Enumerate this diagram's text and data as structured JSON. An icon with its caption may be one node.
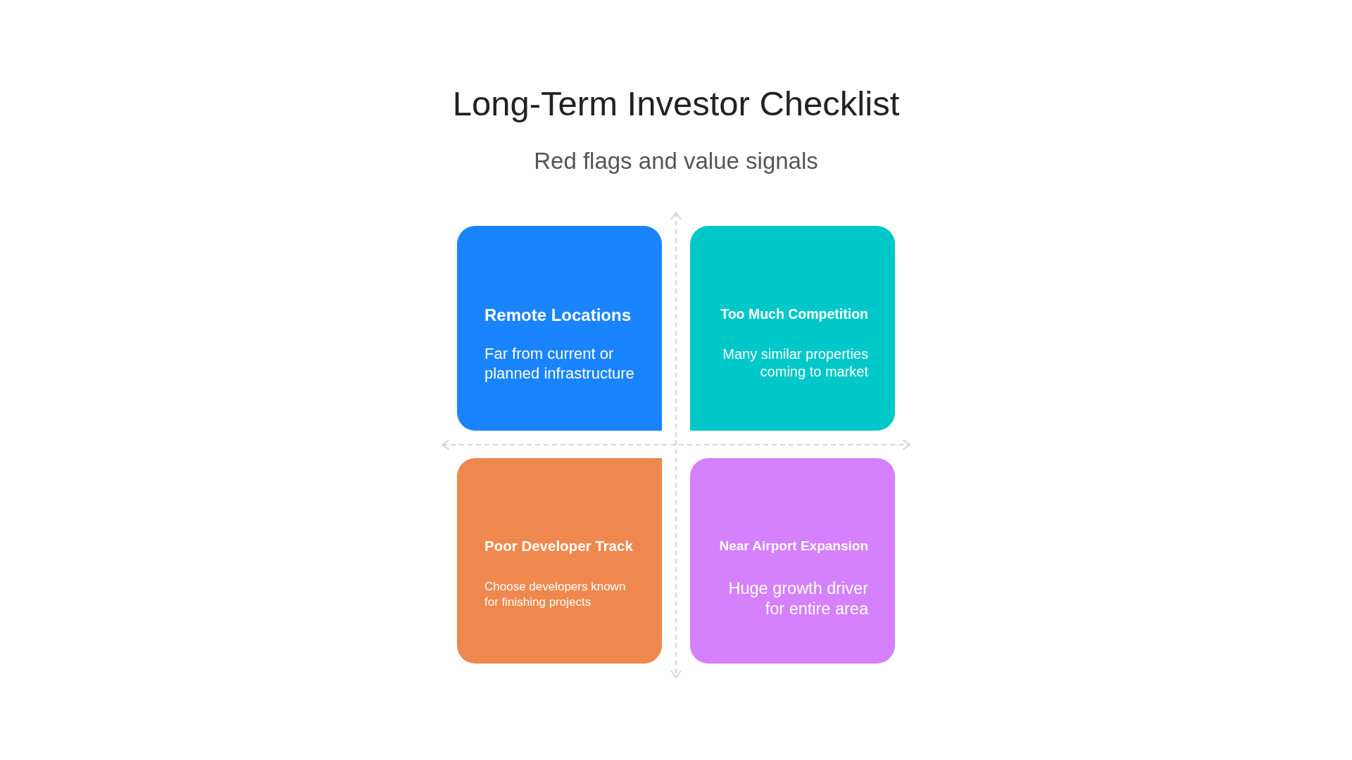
{
  "diagram": {
    "title": "Long-Term Investor Checklist",
    "nodes": [
      {
        "text": [
          "Remote Locations",
          "Far from current or planned infrastructure"
        ]
      },
      {
        "text": [
          "Too Much Competition",
          "Many similar properties coming to market"
        ]
      },
      {
        "text": [
          "Poor Developer Track",
          "Choose developers known for finishing projects"
        ]
      },
      {
        "text": [
          "Near Airport Expansion",
          "Huge growth driver for entire area"
        ]
      }
    ],
    "labels": [
      "Red flags and value signals"
    ]
  }
}
